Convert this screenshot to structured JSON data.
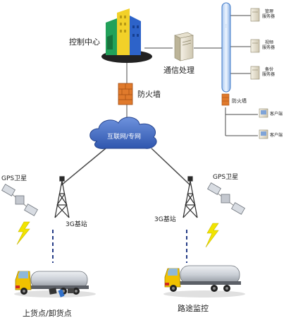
{
  "labels": {
    "control_center": "控制中心",
    "firewall_main": "防火墙",
    "comm_processing": "通信处理",
    "internet_vpn": "互联网/专网",
    "firewall_server": "防火墙",
    "gps_left": "GPS卫星",
    "gps_right": "GPS卫星",
    "base_left": "3G基站",
    "base_right": "3G基站",
    "bottom_left": "上货点/卸货点",
    "bottom_right": "路途监控",
    "server_1": "管理\n服务器",
    "server_2": "视频\n服务器",
    "server_3": "备份\n服务器",
    "client_1": "客户端",
    "client_2": "客户端"
  },
  "colors": {
    "cloud": "#4b73c8",
    "cloud_text": "#ffffff",
    "firewall": "#e07a2c",
    "bus_blue": "#3e78c7",
    "lightning": "#f1e400",
    "tower": "#2b2b2b",
    "dashed_link": "#243b86",
    "truck_cab": "#f0c100",
    "tank": "#c8ccd2"
  }
}
